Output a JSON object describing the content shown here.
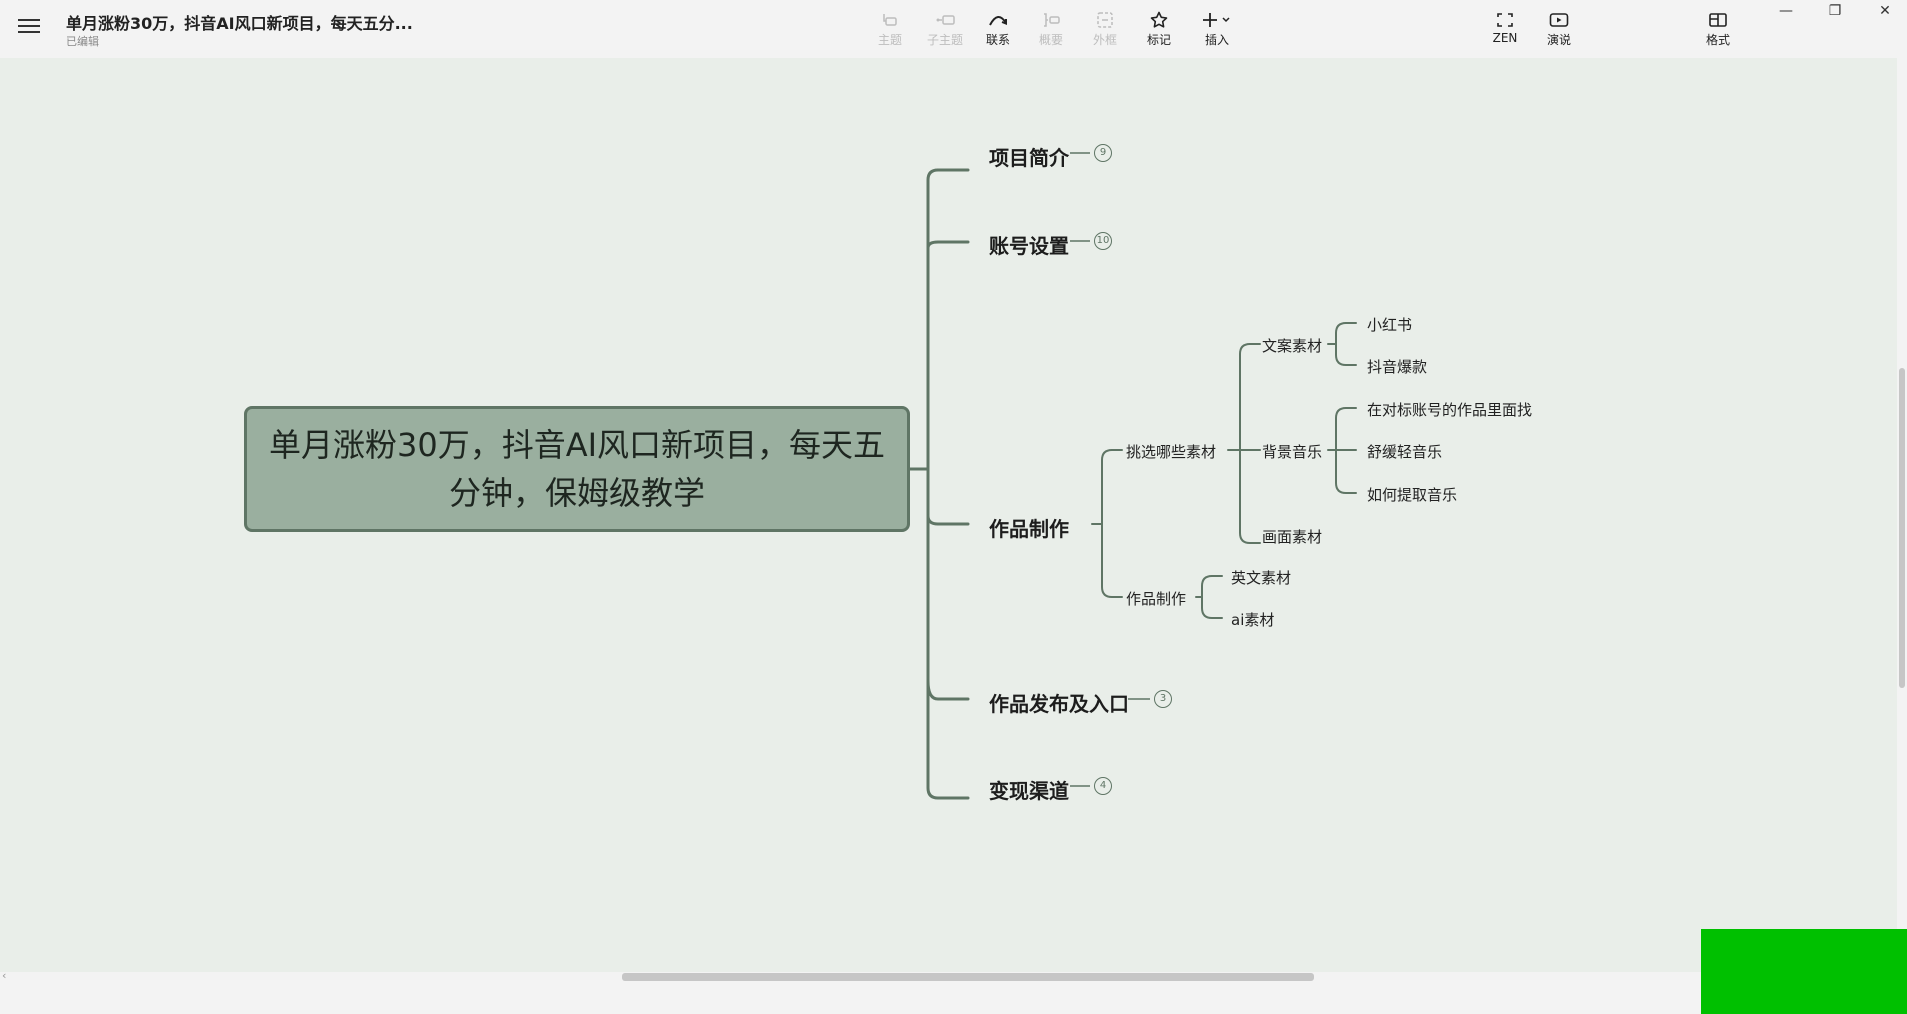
{
  "header": {
    "title": "单月涨粉30万，抖音AI风口新项目，每天五分...",
    "status": "已编辑"
  },
  "toolbar": {
    "topic": "主题",
    "subtopic": "子主题",
    "relation": "联系",
    "summary": "概要",
    "boundary": "外框",
    "marker": "标记",
    "insert": "插入",
    "zen": "ZEN",
    "present": "演说",
    "format": "格式"
  },
  "window": {
    "minimize": "—",
    "restore": "❐",
    "close": "✕"
  },
  "mindmap": {
    "root": "单月涨粉30万，抖音AI风口新项目，每天五分钟，保姆级教学",
    "branches": [
      {
        "label": "项目简介",
        "count": "9"
      },
      {
        "label": "账号设置",
        "count": "10"
      },
      {
        "label": "作品制作"
      },
      {
        "label": "作品发布及入口",
        "count": "3"
      },
      {
        "label": "变现渠道",
        "count": "4"
      }
    ],
    "production": {
      "select": "挑选哪些素材",
      "copy": "文案素材",
      "xiaohongshu": "小红书",
      "douyin_hits": "抖音爆款",
      "bgm": "背景音乐",
      "bgm_find": "在对标账号的作品里面找",
      "bgm_light": "舒缓轻音乐",
      "bgm_extract": "如何提取音乐",
      "visual": "画面素材",
      "make": "作品制作",
      "english": "英文素材",
      "ai": "ai素材"
    }
  },
  "colors": {
    "canvas": "#e9eee9",
    "root_fill": "#9aaf9f",
    "line": "#5f7565"
  }
}
